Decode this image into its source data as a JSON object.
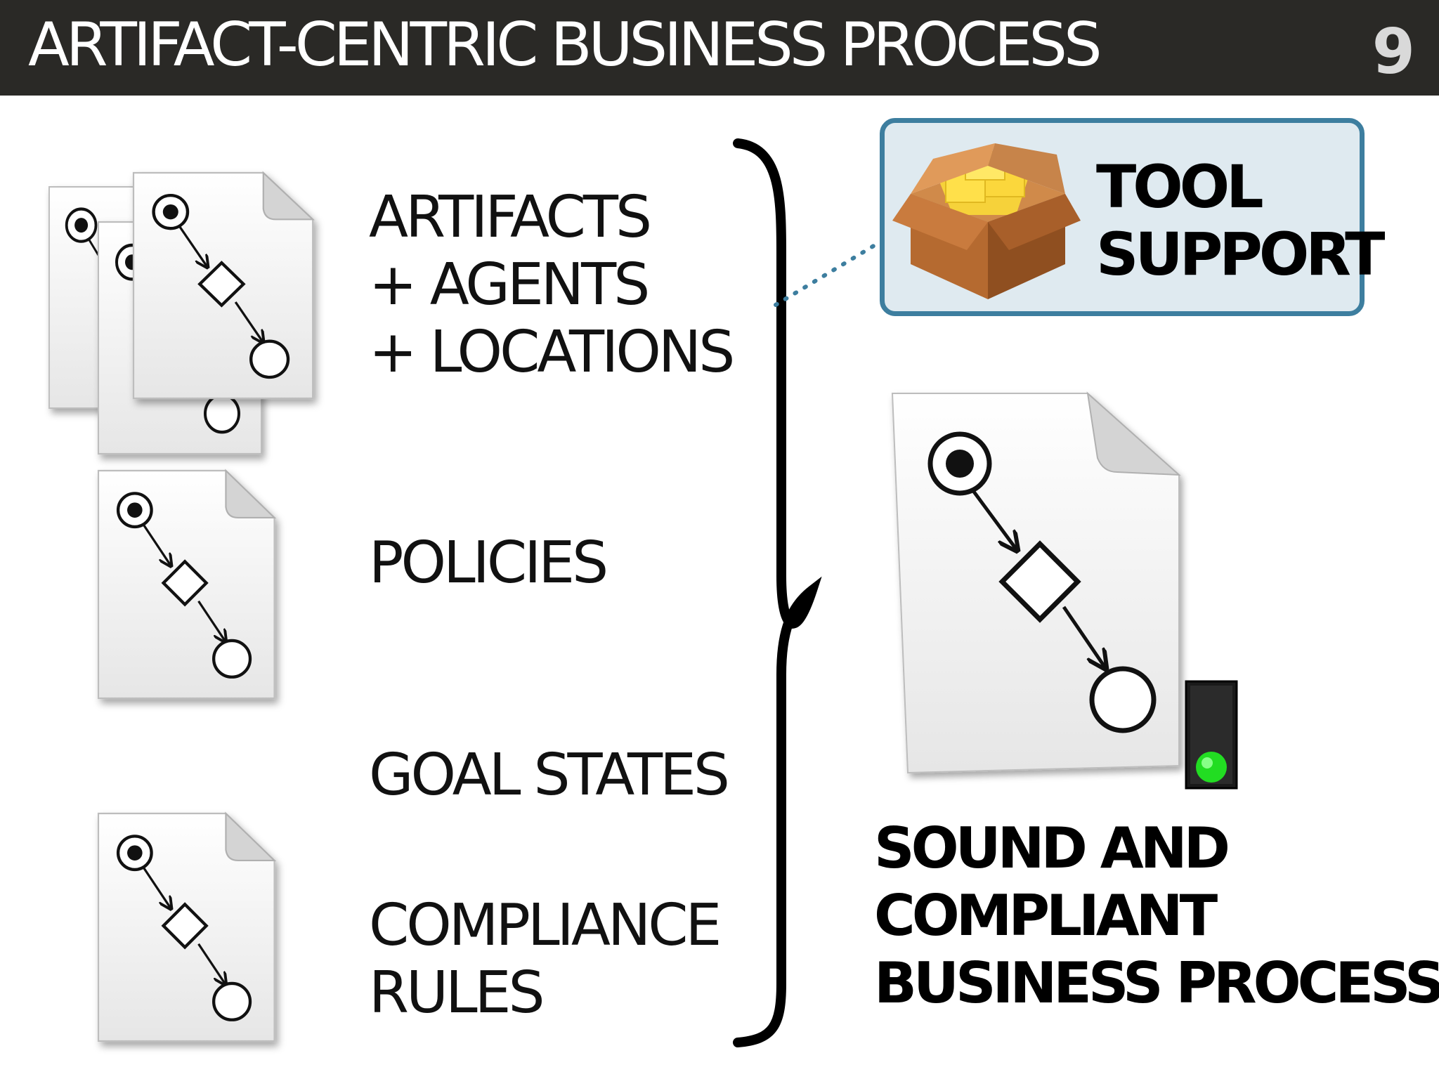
{
  "header": {
    "title": "ARTIFACT-CENTRIC BUSINESS PROCESS",
    "page_number": "9"
  },
  "inputs": {
    "artifacts_lines": [
      "ARTIFACTS",
      "+ AGENTS",
      "+ LOCATIONS"
    ],
    "policies": "POLICIES",
    "goal_states": "GOAL STATES",
    "compliance_lines": [
      "COMPLIANCE",
      "RULES"
    ]
  },
  "tool": {
    "lines": [
      "TOOL",
      "SUPPORT"
    ],
    "icon": "package-box-icon"
  },
  "result": {
    "lines": [
      "SOUND AND",
      "COMPLIANT",
      "BUSINESS PROCESS"
    ],
    "status_light": "green"
  },
  "colors": {
    "header_bg": "#2a2926",
    "tool_box_border": "#3d7e9f",
    "tool_box_fill": "#dfeaf0",
    "status_green": "#22dd22"
  }
}
